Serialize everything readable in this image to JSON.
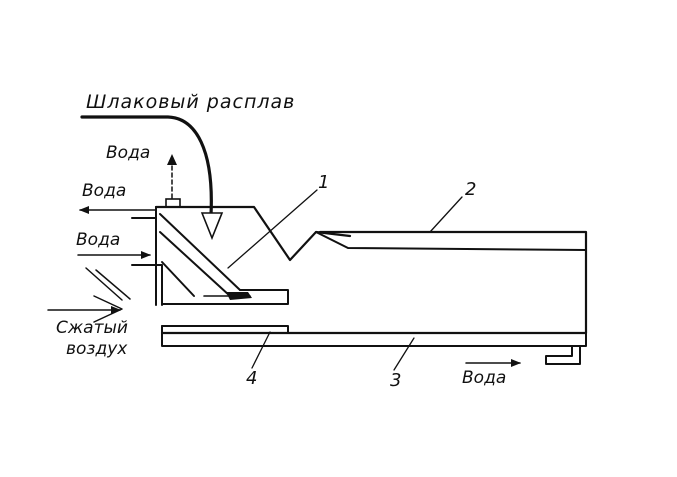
{
  "labels": {
    "slag_melt": "Шлаковый расплав",
    "water_top": "Вода",
    "water_left_upper": "Вода",
    "water_left_lower": "Вода",
    "compressed_air_line1": "Сжатый",
    "compressed_air_line2": "воздух",
    "water_bottom": "Вода"
  },
  "callouts": {
    "n1": "1",
    "n2": "2",
    "n3": "3",
    "n4": "4"
  }
}
